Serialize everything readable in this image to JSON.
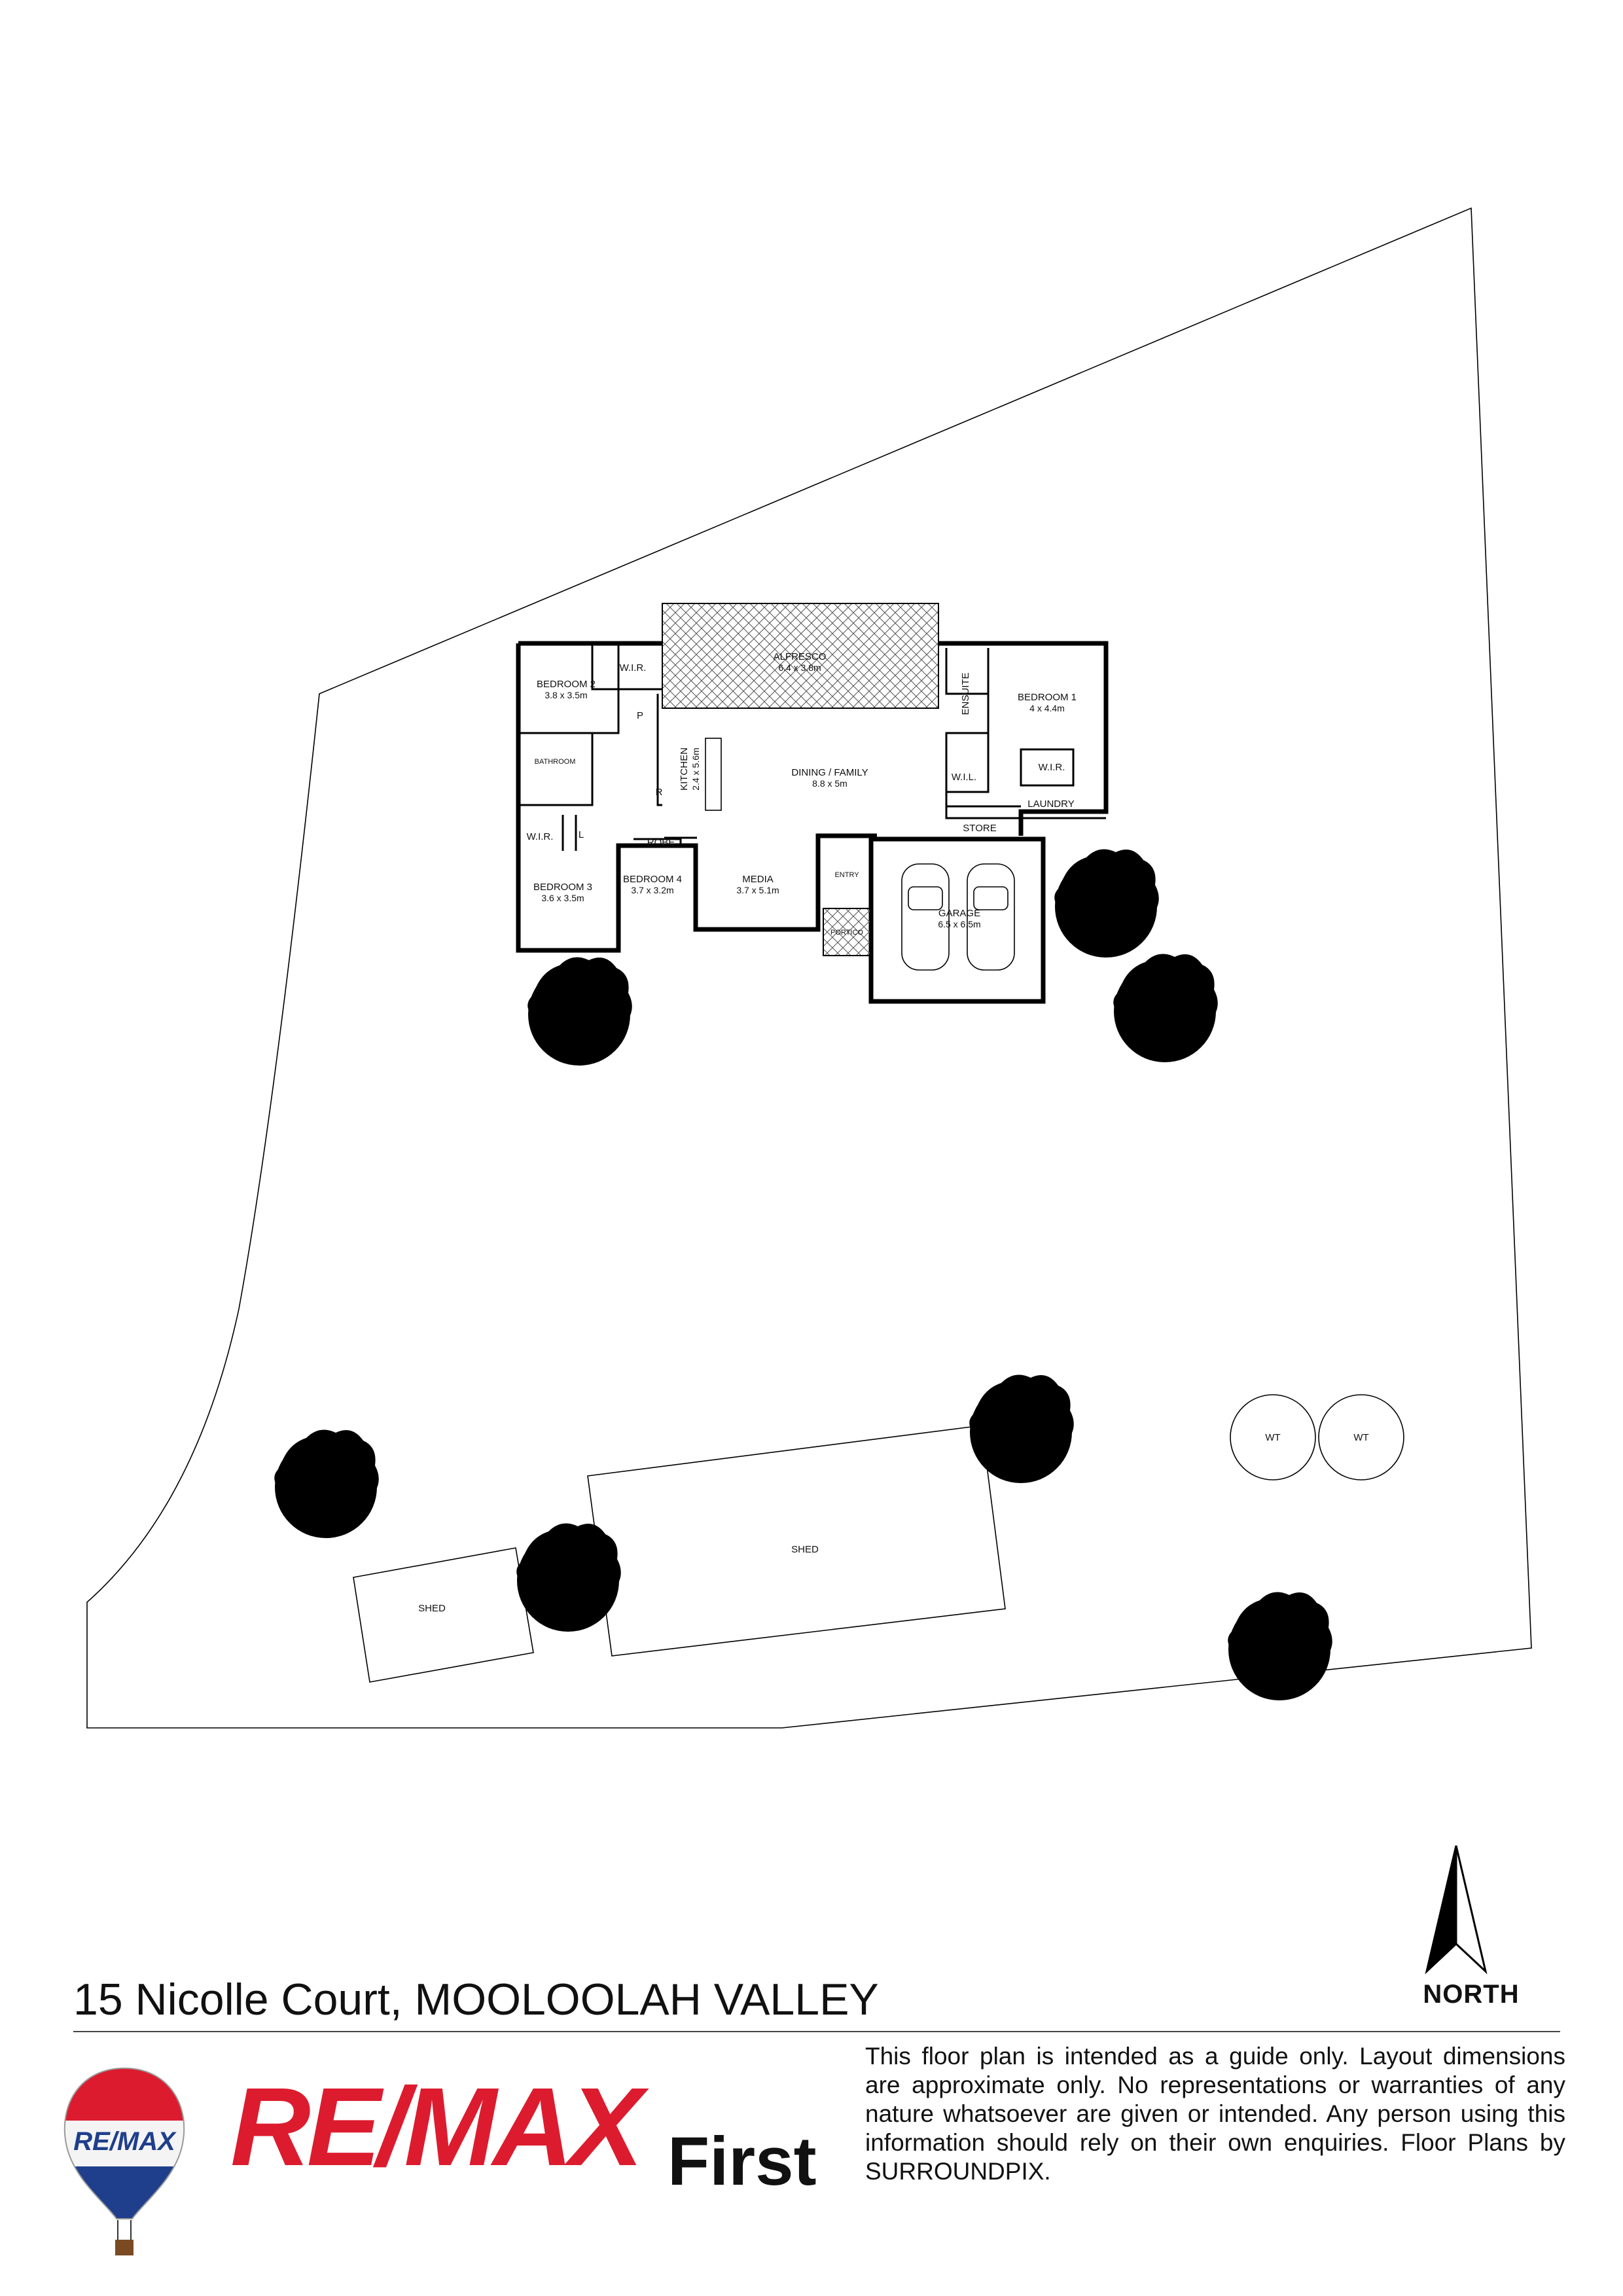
{
  "rooms": {
    "alfresco": {
      "name": "ALFRESCO",
      "dim": "6.4 x 3.8m"
    },
    "bedroom1": {
      "name": "BEDROOM 1",
      "dim": "4 x 4.4m"
    },
    "bedroom2": {
      "name": "BEDROOM 2",
      "dim": "3.8 x 3.5m"
    },
    "bedroom3": {
      "name": "BEDROOM 3",
      "dim": "3.6 x 3.5m"
    },
    "bedroom4": {
      "name": "BEDROOM 4",
      "dim": "3.7 x 3.2m"
    },
    "kitchen": {
      "name": "KITCHEN",
      "dim": "2.4 x 5.6m"
    },
    "dining": {
      "name": "DINING / FAMILY",
      "dim": "8.8 x 5m"
    },
    "media": {
      "name": "MEDIA",
      "dim": "3.7 x 5.1m"
    },
    "garage": {
      "name": "GARAGE",
      "dim": "6.5 x 6.5m"
    },
    "ensuite": "ENSUITE",
    "bathroom": "BATHROOM",
    "wir_bed1": "W.I.R.",
    "wir_bed2": "W.I.R.",
    "wir_bed3": "W.I.R.",
    "wil": "W.I.L.",
    "laundry": "LAUNDRY",
    "store": "STORE",
    "robe": "ROBE",
    "entry": "ENTRY",
    "portico": "PORTICO",
    "pantry": "P",
    "linen": "L",
    "fridge": "R"
  },
  "site": {
    "shed_small": "SHED",
    "shed_large": "SHED",
    "water_tank_1": "WT",
    "water_tank_2": "WT"
  },
  "address": "15 Nicolle Court, MOOLOOLAH VALLEY",
  "north_label": "NORTH",
  "brand": "RE/MAX",
  "brand_suffix": "First",
  "balloon_text": "RE/MAX",
  "disclaimer": "This floor plan is intended as a guide only. Layout dimensions are approximate only. No representations or warranties of any nature whatsoever are given or intended. Any person using this information should rely on their own enquiries. Floor Plans by  SURROUNDPIX.",
  "colors": {
    "brand_red": "#dc1c2e",
    "brand_blue": "#1f3f8c",
    "line": "#000000"
  }
}
